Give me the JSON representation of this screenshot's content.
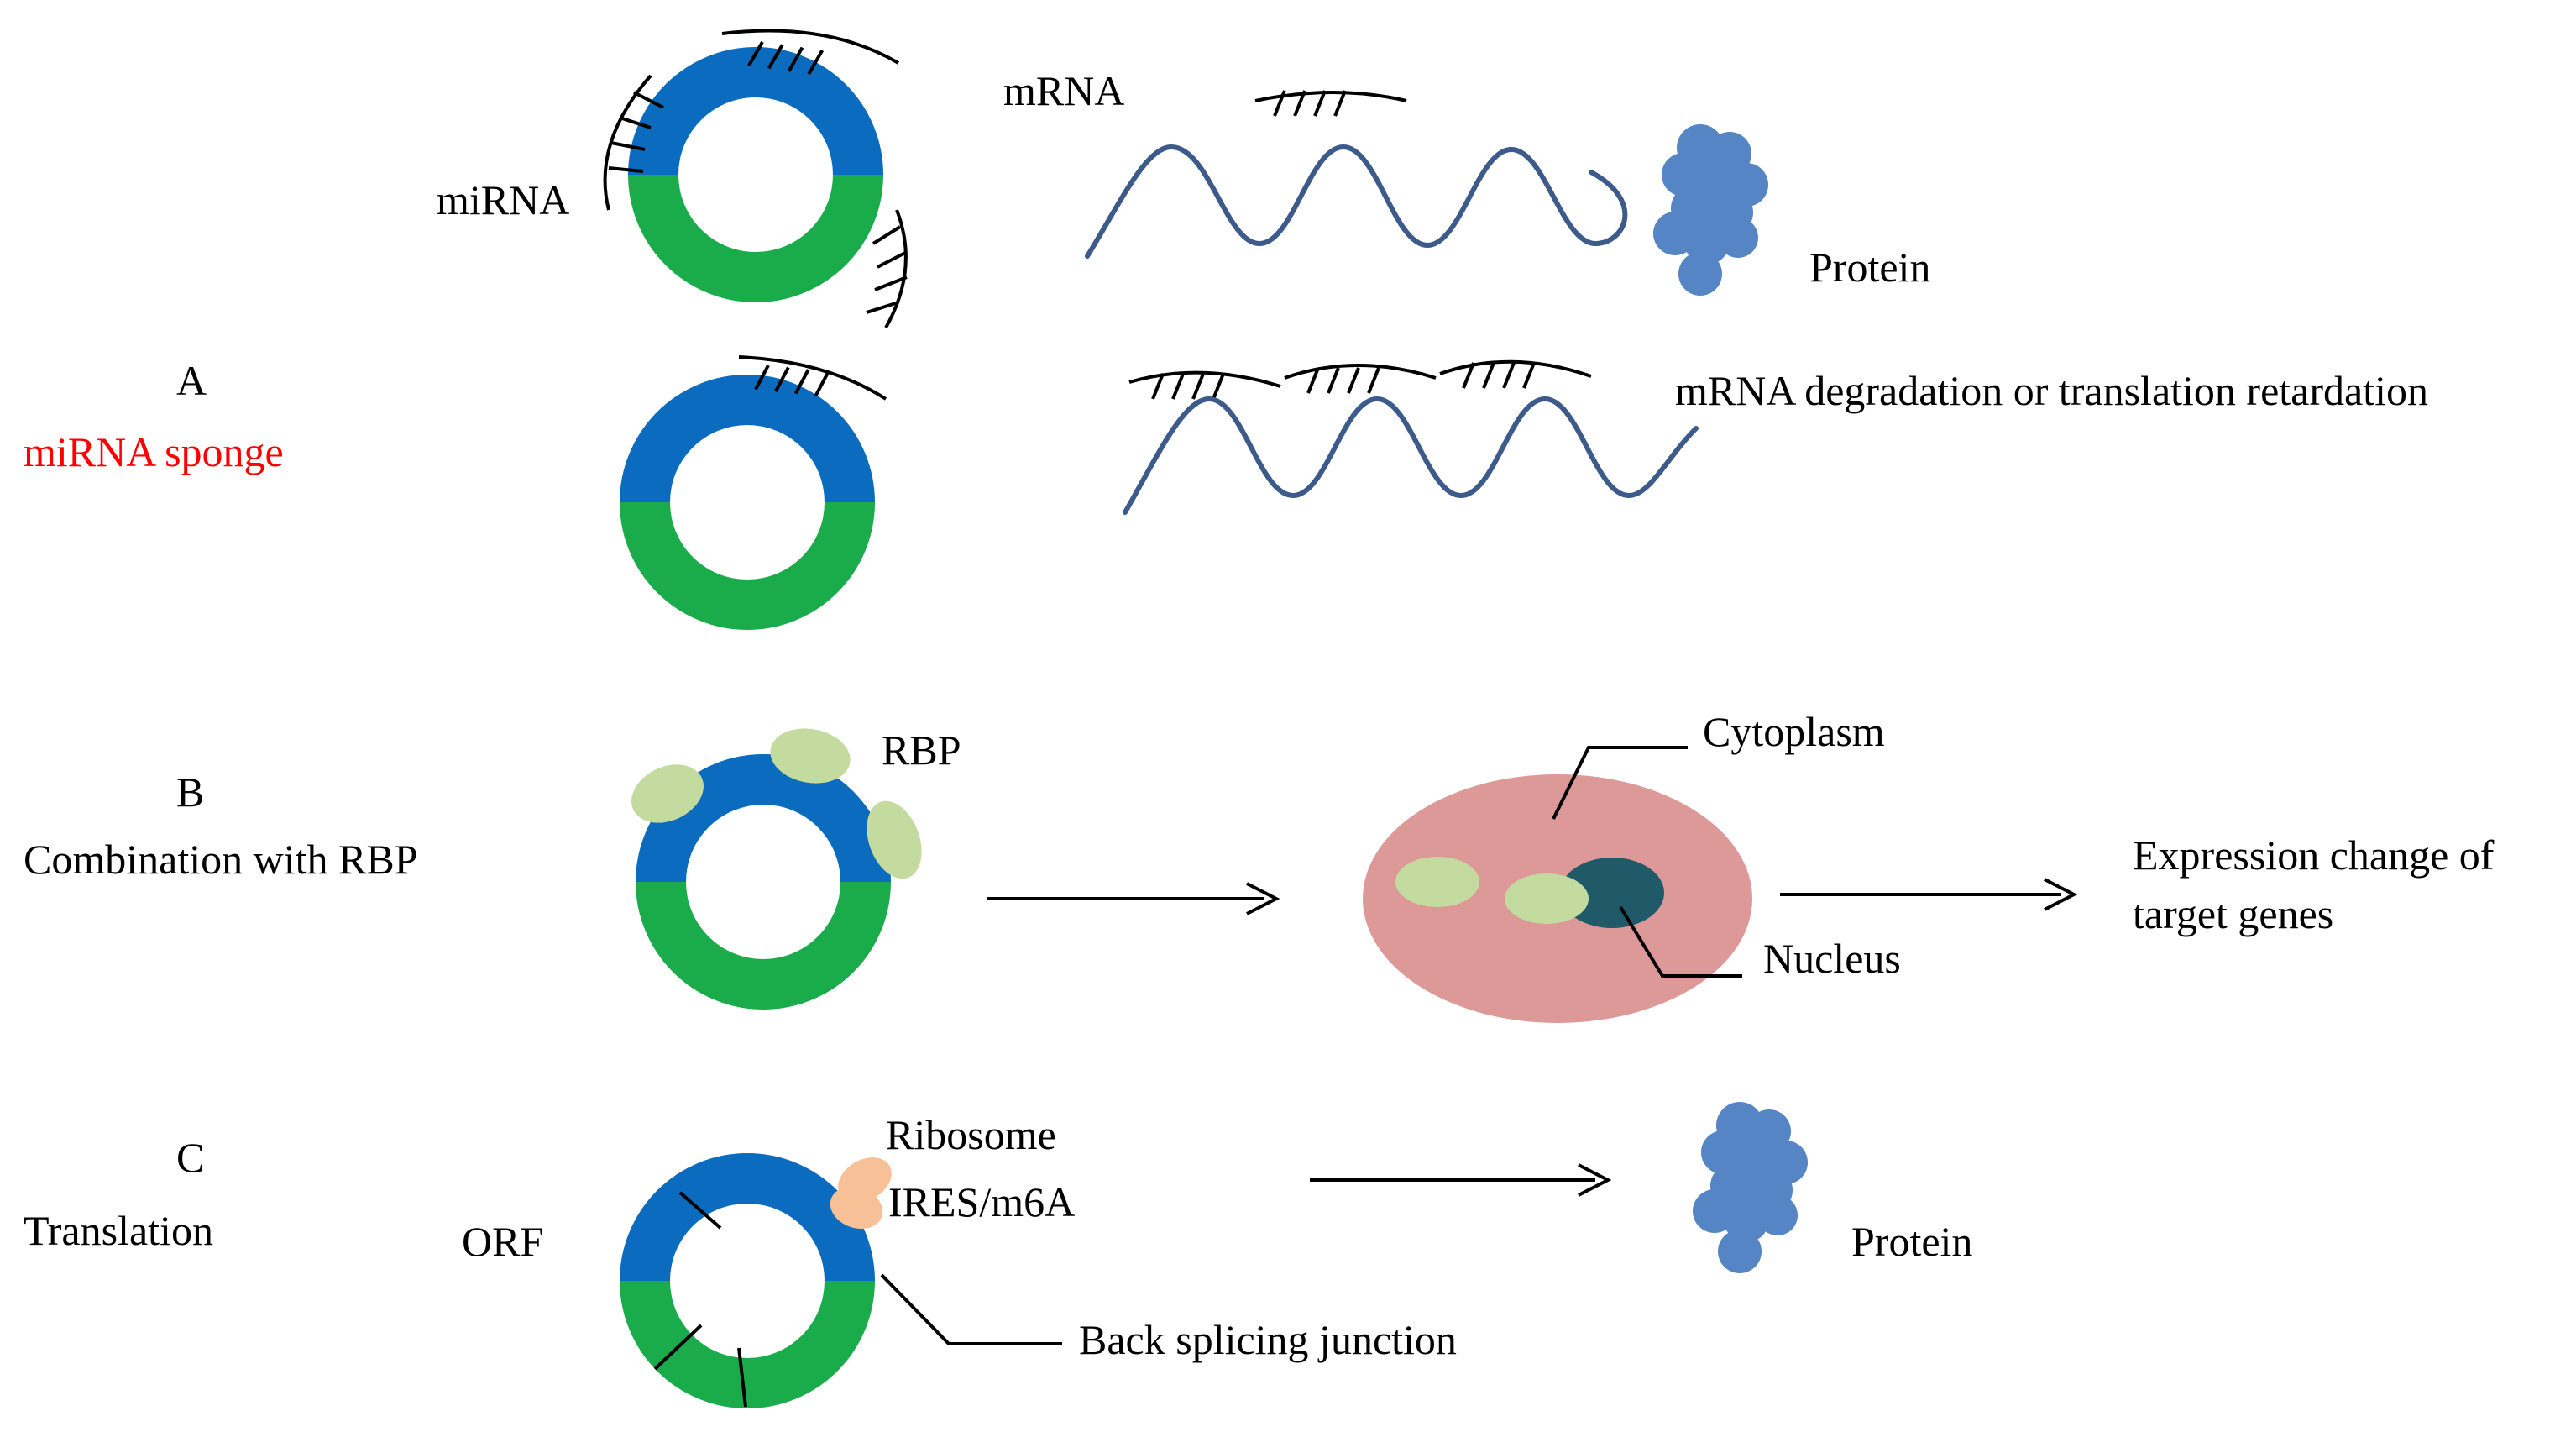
{
  "colors": {
    "circ_top": "#0a6bbf",
    "circ_bottom": "#1aab4a",
    "wave": "#3c5a8a",
    "protein": "#5585c5",
    "rbp": "#c4dba0",
    "cell": "#dd9898",
    "nucleus": "#205a68",
    "ribosome": "#f8c096",
    "accent_red": "#ff0000"
  },
  "panel_a": {
    "letter": "A",
    "title": "miRNA sponge",
    "mirna_label": "miRNA",
    "mrna_label": "mRNA",
    "protein_label": "Protein",
    "outcome": "mRNA degradation or translation retardation"
  },
  "panel_b": {
    "letter": "B",
    "title": "Combination with RBP",
    "rbp_label": "RBP",
    "cytoplasm_label": "Cytoplasm",
    "nucleus_label": "Nucleus",
    "outcome_line1": "Expression change of",
    "outcome_line2": "target genes"
  },
  "panel_c": {
    "letter": "C",
    "title": "Translation",
    "orf_label": "ORF",
    "ribosome_label": "Ribosome",
    "ires_label": "IRES/m6A",
    "junction_label": "Back splicing junction",
    "protein_label": "Protein"
  }
}
